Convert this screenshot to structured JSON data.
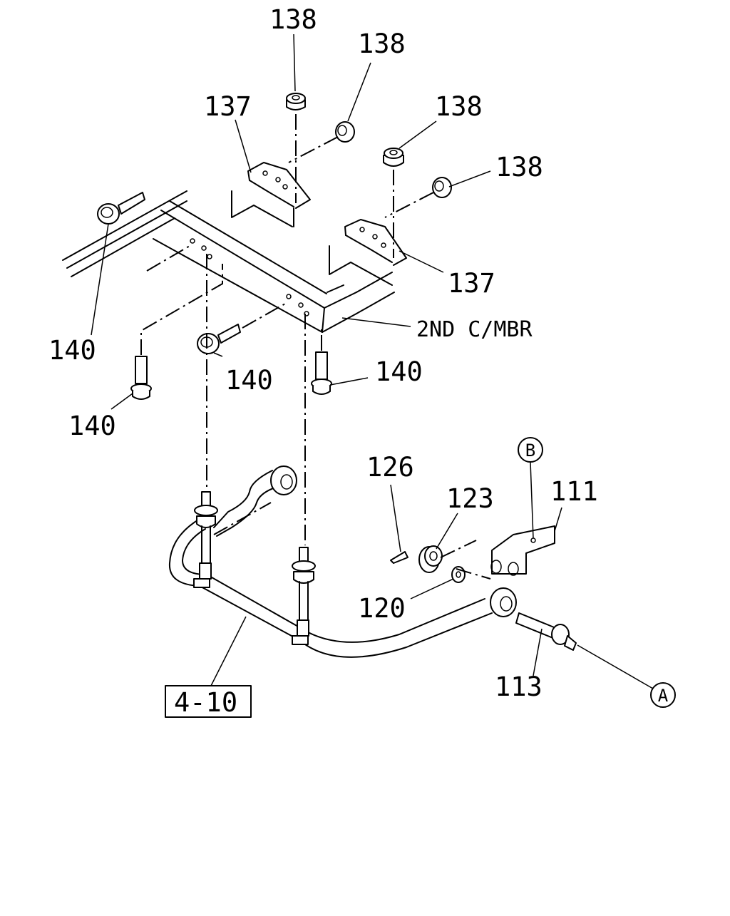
{
  "callouts": {
    "p138_a": "138",
    "p138_b": "138",
    "p138_c": "138",
    "p138_d": "138",
    "p137_a": "137",
    "p137_b": "137",
    "p140_a": "140",
    "p140_b": "140",
    "p140_c": "140",
    "p140_d": "140",
    "p126": "126",
    "p123": "123",
    "p111": "111",
    "p120": "120",
    "p113": "113"
  },
  "labels": {
    "crossmember": "2ND C/MBR",
    "reference_box": "4-10",
    "circle_a": "A",
    "circle_b": "B"
  }
}
